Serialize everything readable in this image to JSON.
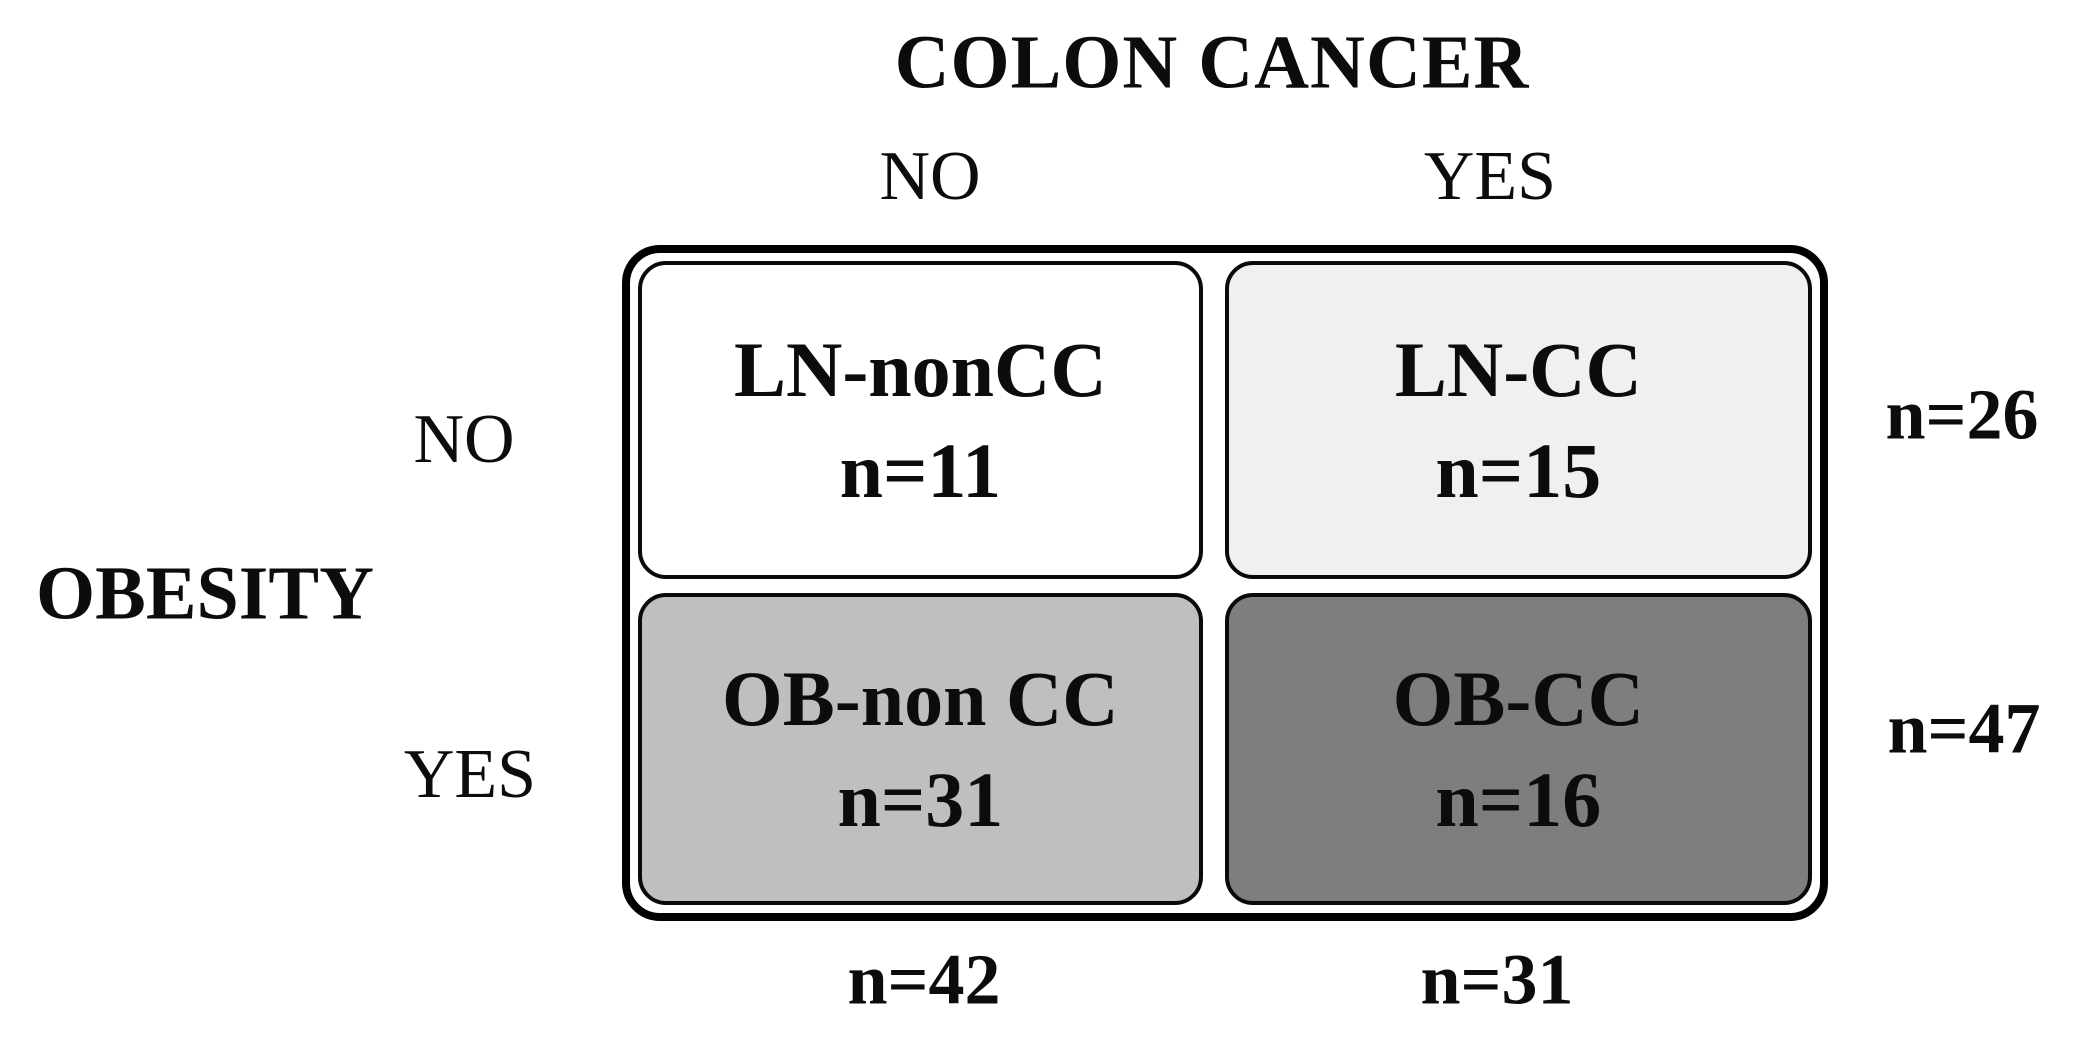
{
  "figure": {
    "title": "COLON CANCER",
    "column_axis": {
      "header_no": "NO",
      "header_yes": "YES"
    },
    "row_axis": {
      "label": "OBESITY",
      "row_no": "NO",
      "row_yes": "YES"
    },
    "cells": [
      {
        "id": "ln-noncc",
        "label": "LN-nonCC",
        "count": "n=11",
        "fill": "#ffffff"
      },
      {
        "id": "ln-cc",
        "label": "LN-CC",
        "count": "n=15",
        "fill": "#f0f0ee"
      },
      {
        "id": "ob-noncc",
        "label": "OB-non CC",
        "count": "n=31",
        "fill": "#bfbfbf"
      },
      {
        "id": "ob-cc",
        "label": "OB-CC",
        "count": "n=16",
        "fill": "#7e7e7e"
      }
    ],
    "row_totals": {
      "no": "n=26",
      "yes": "n=47"
    },
    "column_totals": {
      "no": "n=42",
      "yes": "n=31"
    },
    "colors": {
      "border": "#000000",
      "text": "#0c0c0c"
    }
  },
  "chart_data": {
    "type": "table",
    "title": "COLON CANCER vs OBESITY 2x2 contingency table",
    "row_variable": "OBESITY",
    "column_variable": "COLON CANCER",
    "columns": [
      "NO",
      "YES"
    ],
    "rows": [
      "NO",
      "YES"
    ],
    "groups": [
      {
        "obesity": "NO",
        "colon_cancer": "NO",
        "group": "LN-nonCC",
        "n": 11
      },
      {
        "obesity": "NO",
        "colon_cancer": "YES",
        "group": "LN-CC",
        "n": 15
      },
      {
        "obesity": "YES",
        "colon_cancer": "NO",
        "group": "OB-non CC",
        "n": 31
      },
      {
        "obesity": "YES",
        "colon_cancer": "YES",
        "group": "OB-CC",
        "n": 16
      }
    ],
    "row_totals": [
      26,
      47
    ],
    "column_totals": [
      42,
      31
    ]
  }
}
